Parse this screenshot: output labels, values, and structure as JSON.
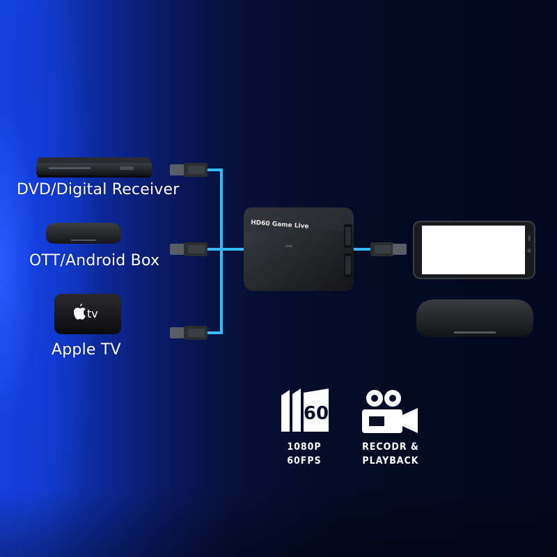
{
  "sources": [
    {
      "label": "DVD/Digital Receiver",
      "icon": "dvd-player-icon"
    },
    {
      "label": "OTT/Android Box",
      "icon": "android-box-icon"
    },
    {
      "label": "Apple TV",
      "icon": "apple-tv-icon"
    }
  ],
  "capture_device": {
    "label": "HD60 Game Live",
    "icon": "capture-card-icon"
  },
  "outputs": [
    {
      "icon": "smartphone-icon"
    },
    {
      "icon": "tv-box-icon"
    }
  ],
  "apple_tv_logo": "tv",
  "features": [
    {
      "icon": "60fps-icon",
      "badge": "60",
      "line1": "1080P",
      "line2": "60FPS"
    },
    {
      "icon": "video-camera-icon",
      "line1": "RECODR &",
      "line2": "PLAYBACK"
    }
  ],
  "colors": {
    "wire": "#35b9ff",
    "accent": "#1748e8",
    "background": "#050b26"
  }
}
